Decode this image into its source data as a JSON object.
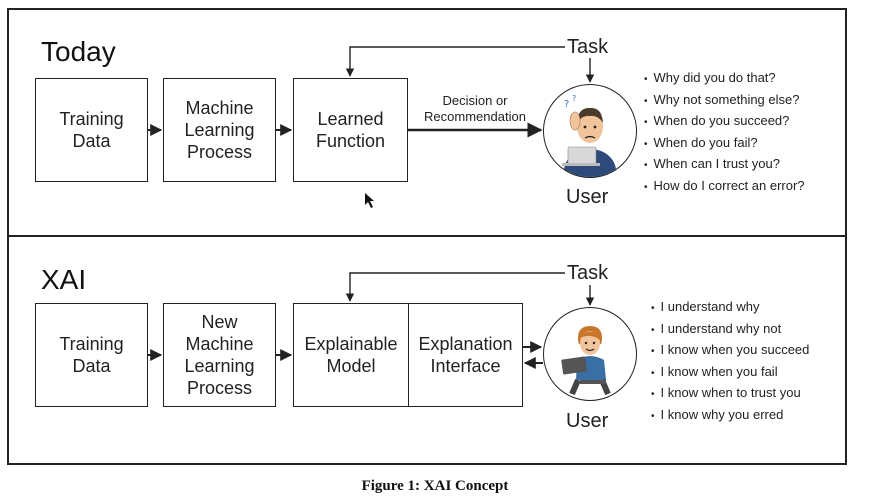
{
  "today": {
    "title": "Today",
    "boxes": {
      "training_data": "Training\nData",
      "ml_process": "Machine\nLearning\nProcess",
      "learned_function": "Learned\nFunction"
    },
    "decision_label": "Decision or\nRecommendation",
    "task_label": "Task",
    "user_label": "User",
    "questions": [
      "Why did you do that?",
      "Why not something else?",
      "When do you succeed?",
      "When do you fail?",
      "When can I trust you?",
      "How do I correct an error?"
    ]
  },
  "xai": {
    "title": "XAI",
    "boxes": {
      "training_data": "Training\nData",
      "ml_process": "New\nMachine\nLearning\nProcess",
      "explainable_model": "Explainable\nModel",
      "explanation_interface": "Explanation\nInterface"
    },
    "task_label": "Task",
    "user_label": "User",
    "statements": [
      "I understand why",
      "I understand why not",
      "I know when you succeed",
      "I know when you fail",
      "I know when to trust you",
      "I know why you erred"
    ]
  },
  "caption": "Figure 1: XAI Concept",
  "icons": {
    "user_today": "frustrated-user-icon",
    "user_xai": "satisfied-user-icon",
    "cursor": "mouse-cursor-icon"
  },
  "colors": {
    "line": "#222222",
    "shirt_today": "#2d4a7a",
    "shirt_xai": "#3a6fa6",
    "skin": "#f2c49b",
    "hair_xai": "#c8762a"
  }
}
